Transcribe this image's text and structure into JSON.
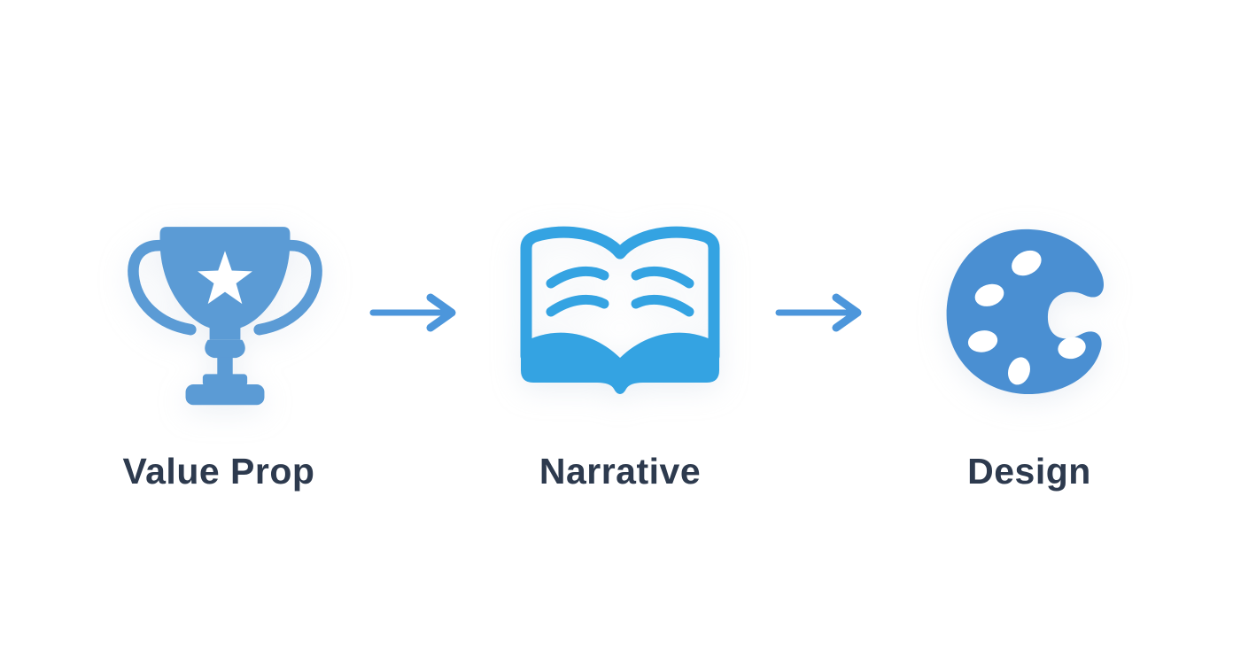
{
  "page": {
    "background_color": "#ffffff"
  },
  "diagram": {
    "type": "process-flow",
    "label_color": "#2d3a4e",
    "steps": [
      {
        "id": "value-prop",
        "label": "Value Prop",
        "icon": "trophy-icon",
        "icon_color": "#5b9bd5"
      },
      {
        "id": "narrative",
        "label": "Narrative",
        "icon": "open-book-icon",
        "icon_color": "#34a3e2"
      },
      {
        "id": "design",
        "label": "Design",
        "icon": "paint-palette-icon",
        "icon_color": "#4a8fd2"
      }
    ],
    "connectors": [
      {
        "id": "arrow-1",
        "icon": "right-arrow-icon",
        "color": "#4c96db"
      },
      {
        "id": "arrow-2",
        "icon": "right-arrow-icon",
        "color": "#4c96db"
      }
    ]
  }
}
